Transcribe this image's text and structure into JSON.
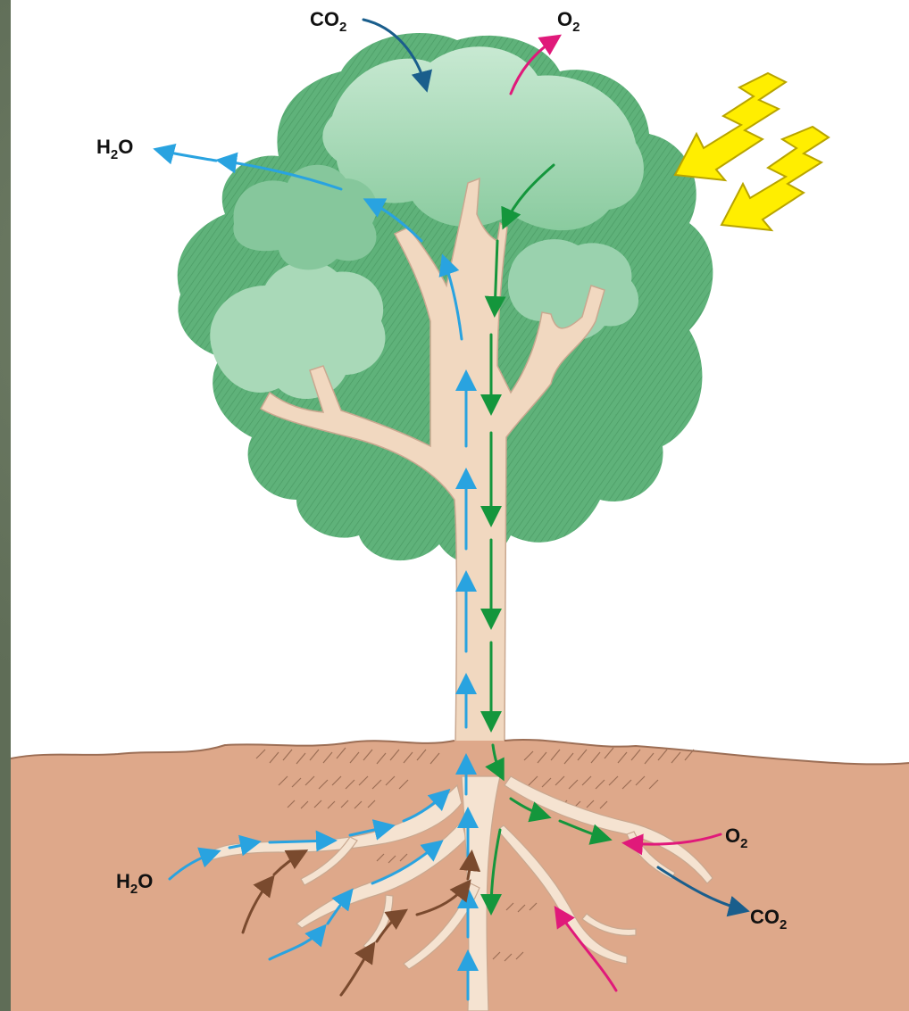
{
  "diagram": {
    "labels": {
      "co2_top": {
        "main": "CO",
        "sub": "2"
      },
      "o2_top": {
        "main": "O",
        "sub": "2"
      },
      "h2o_top": {
        "pre": "H",
        "sub": "2",
        "post": "O"
      },
      "h2o_bottom": {
        "pre": "H",
        "sub": "2",
        "post": "O"
      },
      "o2_bottom": {
        "main": "O",
        "sub": "2"
      },
      "co2_bottom": {
        "main": "CO",
        "sub": "2"
      }
    },
    "colors": {
      "background_frame": "#5f6d57",
      "canvas": "#ffffff",
      "foliage_dark": "#5fb27a",
      "foliage_mid": "#7cc391",
      "foliage_light": "#b9e0c6",
      "trunk": "#f1d8c0",
      "soil": "#dea88a",
      "water_arrow": "#29a3e0",
      "sugar_arrow": "#14963c",
      "oxygen_arrow": "#e0197a",
      "co2_arrow": "#1a5e8c",
      "soil_water_arrow": "#7a4a2e",
      "sunlight": "#ffee00"
    }
  }
}
